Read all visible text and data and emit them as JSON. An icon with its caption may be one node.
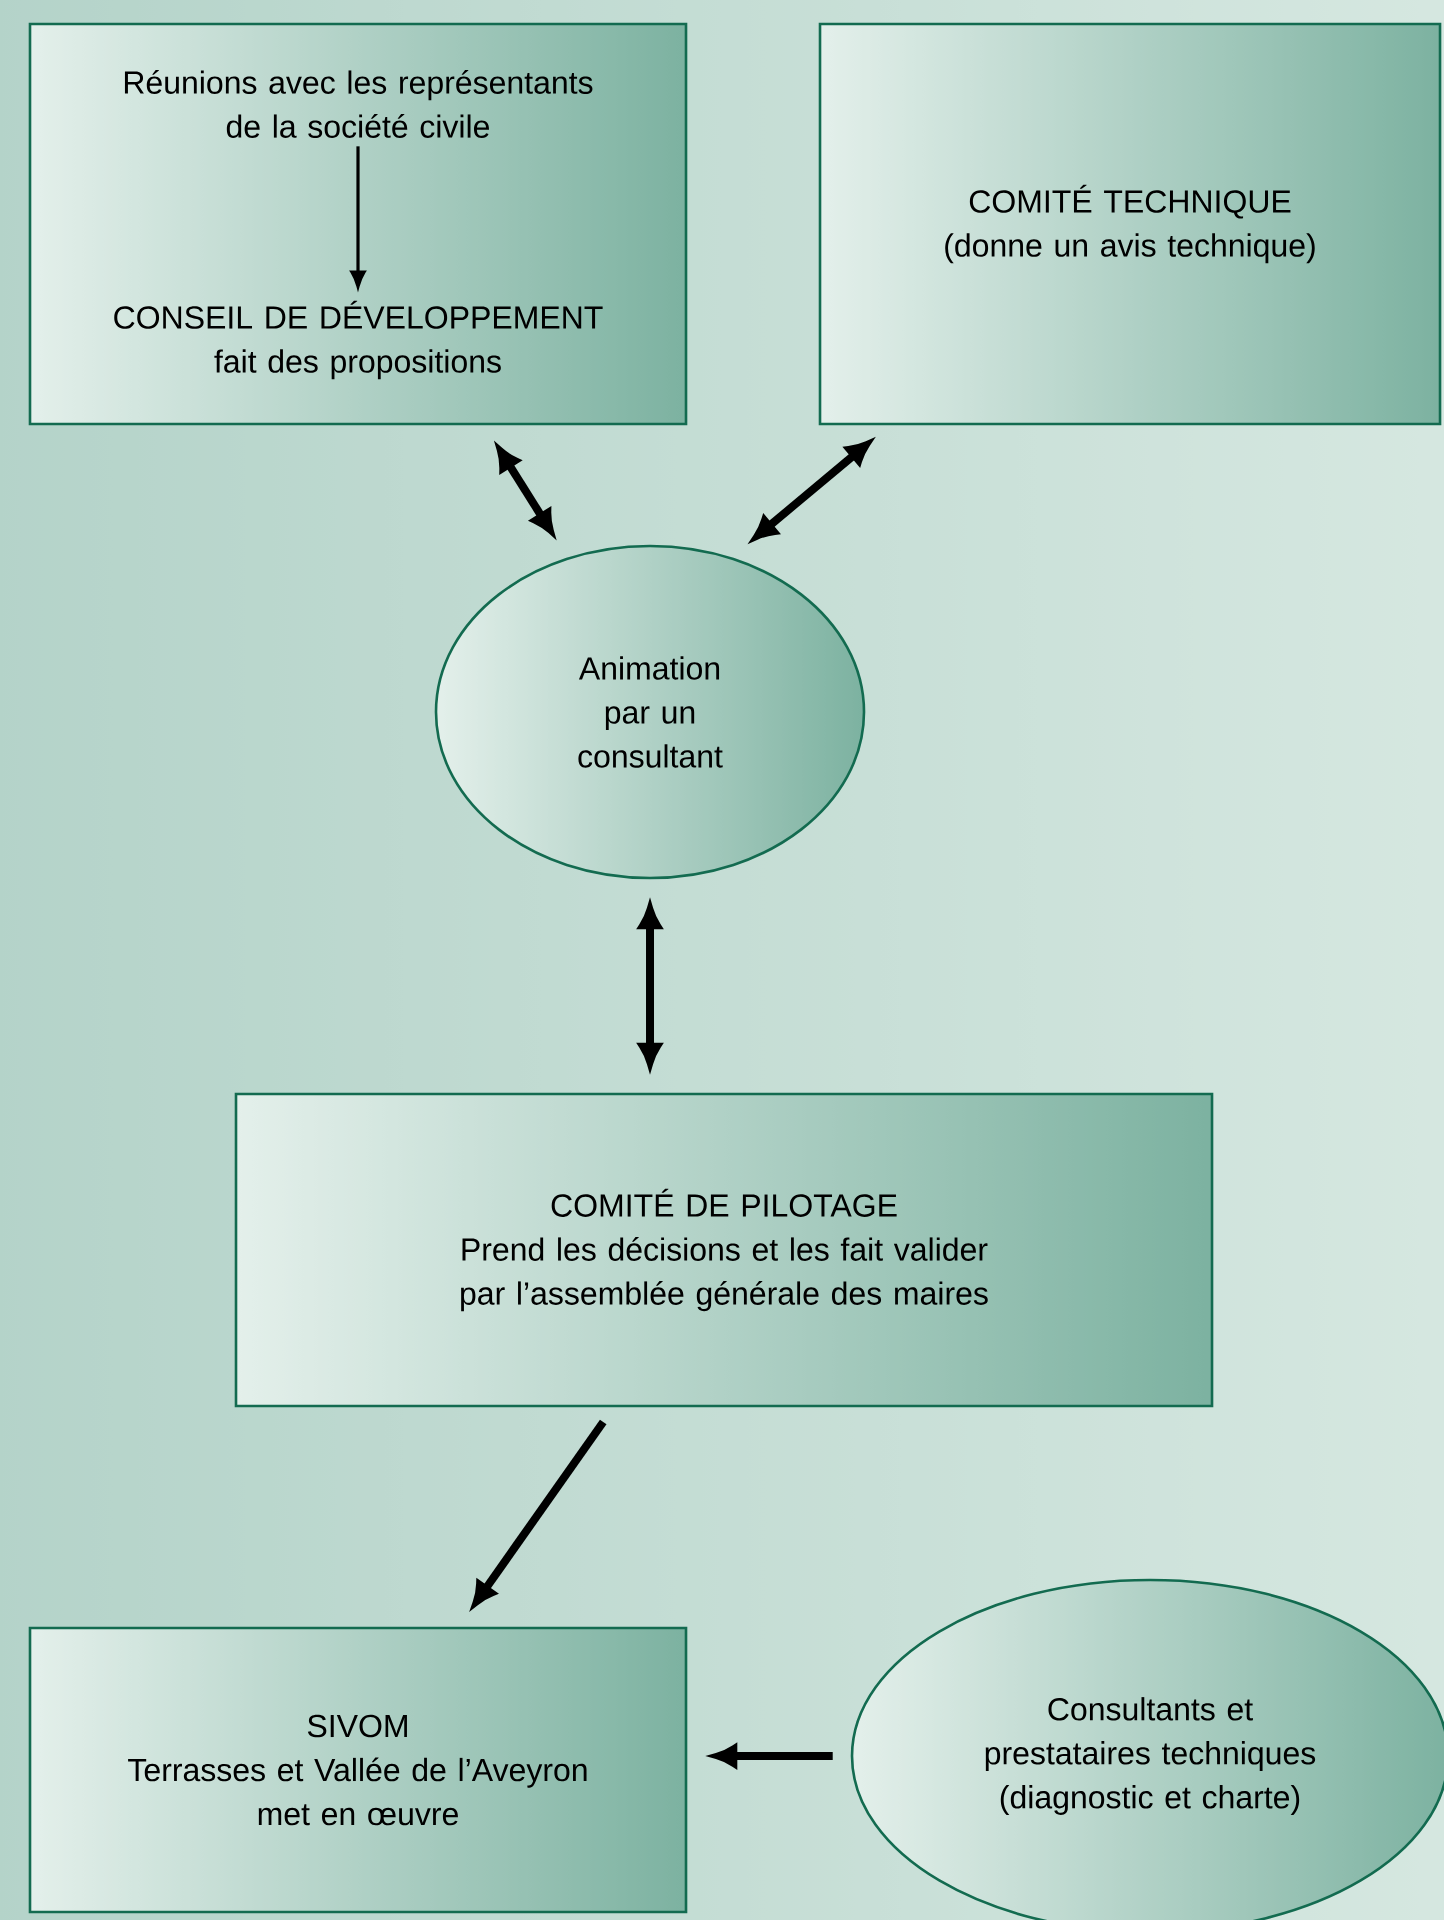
{
  "diagram": {
    "nodes": [
      {
        "text": [],
        "shape": "box"
      },
      {
        "text": [
          "Réunions avec les représentants de la société civile"
        ],
        "in": 0
      },
      {
        "text": [
          "CONSEIL DE DÉVELOPPEMENT",
          "fait des propositions"
        ],
        "in": 0
      },
      {
        "text": [
          "COMITÉ TECHNIQUE",
          "(donne un avis technique)"
        ]
      },
      {
        "text": [
          "Animation par un consultant"
        ]
      },
      {
        "text": [
          "COMITÉ DE PILOTAGE",
          "Prend les décisions et les fait valider par l’assemblée générale des maires"
        ]
      },
      {
        "text": [
          "SIVOM",
          "Terrasses et Vallée de l’Aveyron",
          "met en œuvre"
        ]
      },
      {
        "text": [
          "Consultants et prestataires techniques",
          "(diagnostic et charte)"
        ]
      }
    ],
    "edges": [
      {
        "from": 1,
        "to": 2,
        "arrow": "to"
      },
      {
        "from": 0,
        "to": 4,
        "arrow": "both"
      },
      {
        "from": 3,
        "to": 4,
        "arrow": "both"
      },
      {
        "from": 4,
        "to": 5,
        "arrow": "both"
      },
      {
        "from": 5,
        "to": 6,
        "arrow": "to"
      },
      {
        "from": 7,
        "to": 6,
        "arrow": "to"
      }
    ]
  }
}
